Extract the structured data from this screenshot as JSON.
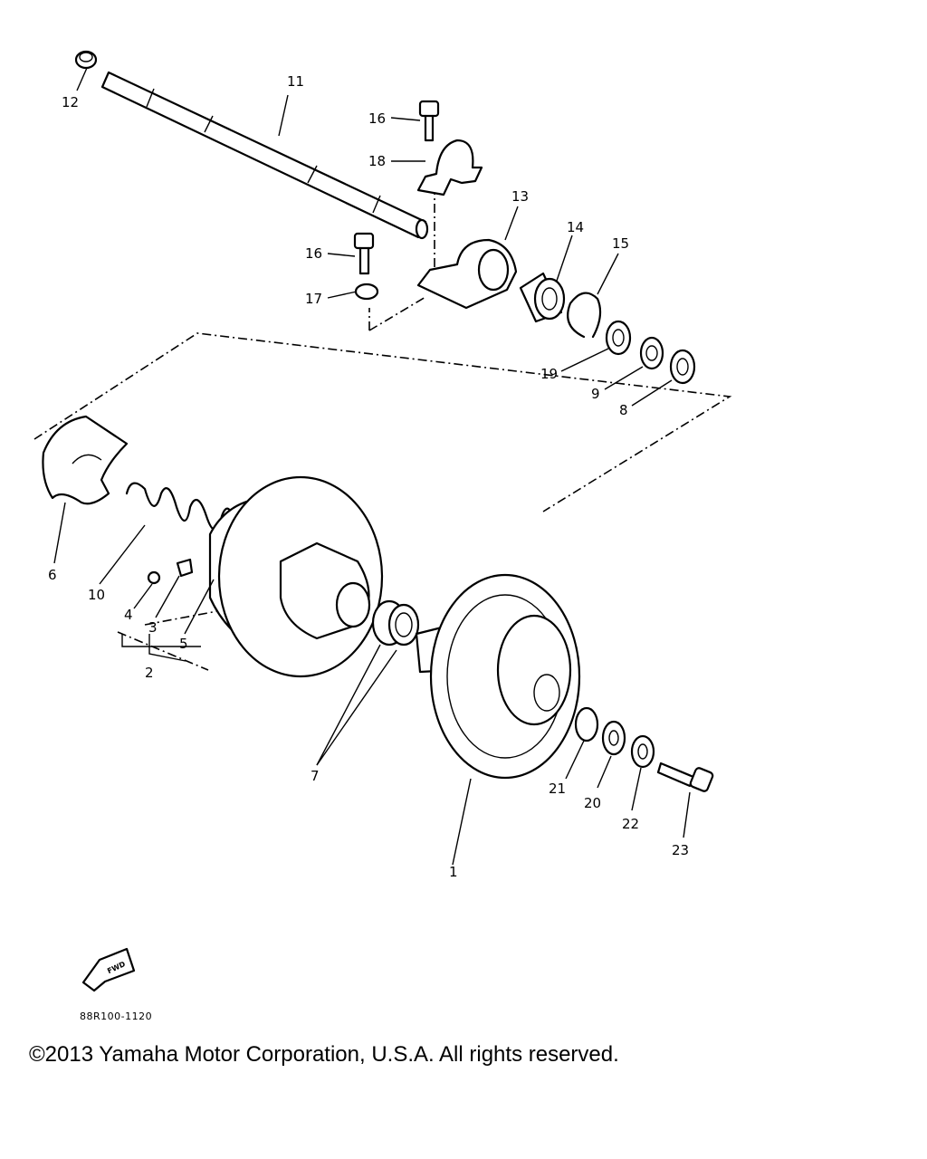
{
  "diagram": {
    "part_labels": [
      "1",
      "2",
      "3",
      "4",
      "5",
      "6",
      "7",
      "8",
      "9",
      "10",
      "11",
      "12",
      "13",
      "14",
      "15",
      "16",
      "16",
      "17",
      "18",
      "19",
      "20",
      "21",
      "22",
      "23"
    ],
    "direction_icon": "front-arrow-icon",
    "direction_text": "FWD",
    "diagram_code": "88R100-1120"
  },
  "footer": {
    "copyright": "©2013 Yamaha Motor Corporation, U.S.A. All rights reserved."
  }
}
